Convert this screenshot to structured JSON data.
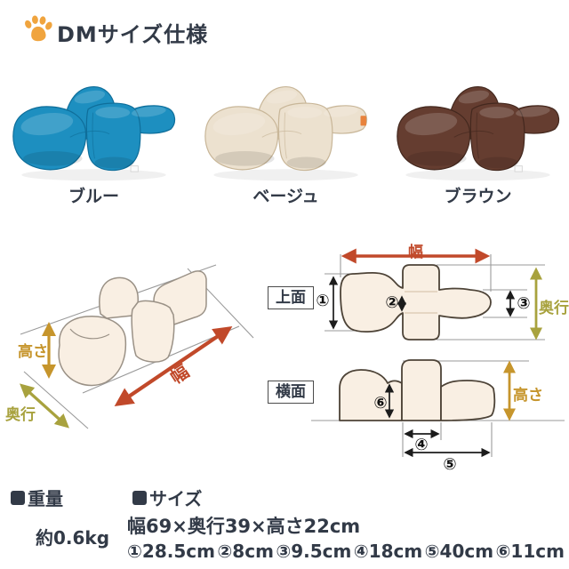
{
  "header": {
    "title": "DMサイズ仕様"
  },
  "products": [
    {
      "name": "ブルー",
      "color": "#1d8fc0",
      "edge_color": "#0f6e9a"
    },
    {
      "name": "ベージュ",
      "color": "#ece1cf",
      "edge_color": "#c8b698"
    },
    {
      "name": "ブラウン",
      "color": "#653d30",
      "edge_color": "#43281e"
    }
  ],
  "iso_diagram": {
    "height_label": "高さ",
    "depth_label": "奥行",
    "width_label": "幅"
  },
  "top_view": {
    "label": "上面",
    "width_label": "幅",
    "depth_label": "奥行",
    "marks": {
      "m1": "①",
      "m2": "②",
      "m3": "③"
    }
  },
  "side_view": {
    "label": "横面",
    "height_label": "高さ",
    "marks": {
      "m4": "④",
      "m5": "⑤",
      "m6": "⑥"
    }
  },
  "specs": {
    "weight_heading": "重量",
    "weight_value": "約0.6kg",
    "size_heading": "サイズ",
    "size_value": "幅69×奥行39×高さ22cm",
    "dims": [
      "①28.5cm",
      "②8cm",
      "③9.5cm",
      "④18cm",
      "⑤40cm",
      "⑥11cm"
    ]
  },
  "colors": {
    "accent_red": "#c1492a",
    "accent_olive": "#a8a23e",
    "accent_gold": "#c6952c",
    "text_dark": "#323a47",
    "paw_orange": "#f0a43e",
    "diagram_fill": "#f9efe3",
    "line_gray": "#9a9a9a"
  }
}
